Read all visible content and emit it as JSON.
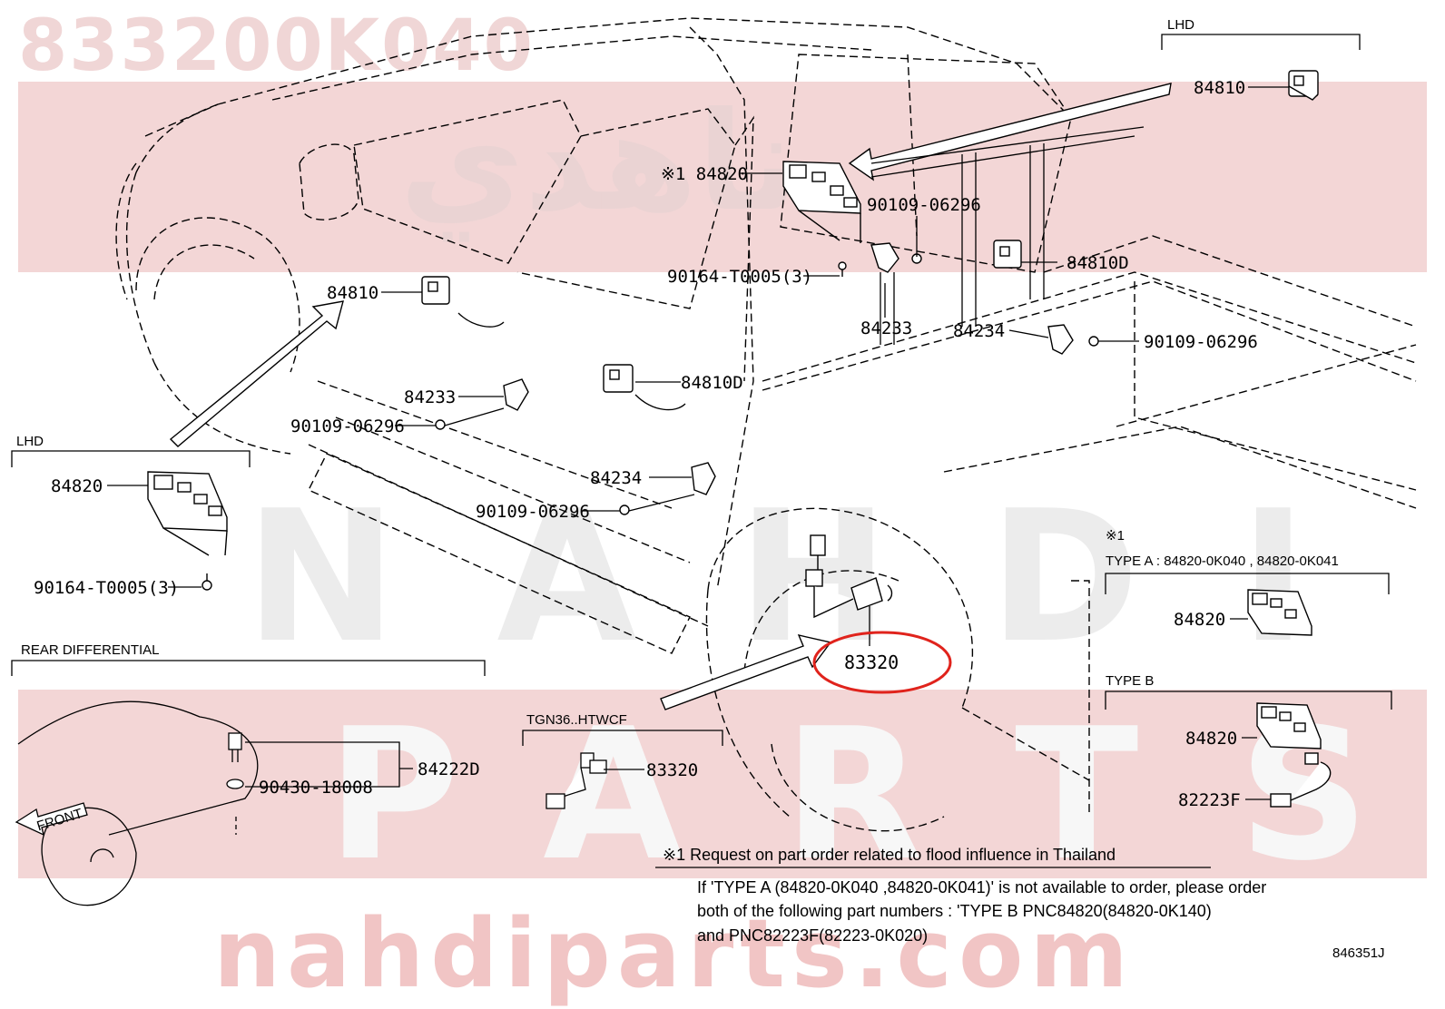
{
  "watermark": {
    "part_number": "833200K040",
    "arabic": "ناهدي",
    "letters_big": "NAHDI",
    "letters_parts": "PARTS",
    "url": "nahdiparts.com"
  },
  "sections": {
    "lhd_top": "LHD",
    "lhd_left": "LHD",
    "rear_diff": "REAR DIFFERENTIAL",
    "tgn": "TGN36..HTWCF",
    "note_mark": "※1",
    "type_a": "TYPE A : 84820-0K040 , 84820-0K041",
    "type_b": "TYPE B"
  },
  "parts": {
    "p84810_top": "84810",
    "p84820_star": "※1 84820",
    "p90109_a": "90109-06296",
    "p84810d_right": "84810D",
    "p90164_a": "90164-T0005(3)",
    "p84810_left": "84810",
    "p84233_mid": "84233",
    "p84234_mid": "84234",
    "p90109_b": "90109-06296",
    "p84810d_center": "84810D",
    "p84233_left": "84233",
    "p90109_c": "90109-06296",
    "p84234_left": "84234",
    "p90109_d": "90109-06296",
    "p84820_left": "84820",
    "p90164_b": "90164-T0005(3)",
    "p83320_main": "83320",
    "p84222d": "84222D",
    "p90430": "90430-18008",
    "front": "FRONT",
    "p83320_tgn": "83320",
    "p84820_a": "84820",
    "p84820_b": "84820",
    "p82223f": "82223F"
  },
  "note": {
    "title": "※1  Request on part order related to flood influence in Thailand",
    "line1": "If  'TYPE A (84820-0K040 ,84820-0K041)'  is not available to order, please order",
    "line2": "both of the following part numbers : 'TYPE B PNC84820(84820-0K140)",
    "line3": "and PNC82223F(82223-0K020)"
  },
  "diagram_code": "846351J",
  "colors": {
    "highlight": "#e0231c",
    "watermark_band": "#f3d6d6",
    "line": "#000000"
  }
}
